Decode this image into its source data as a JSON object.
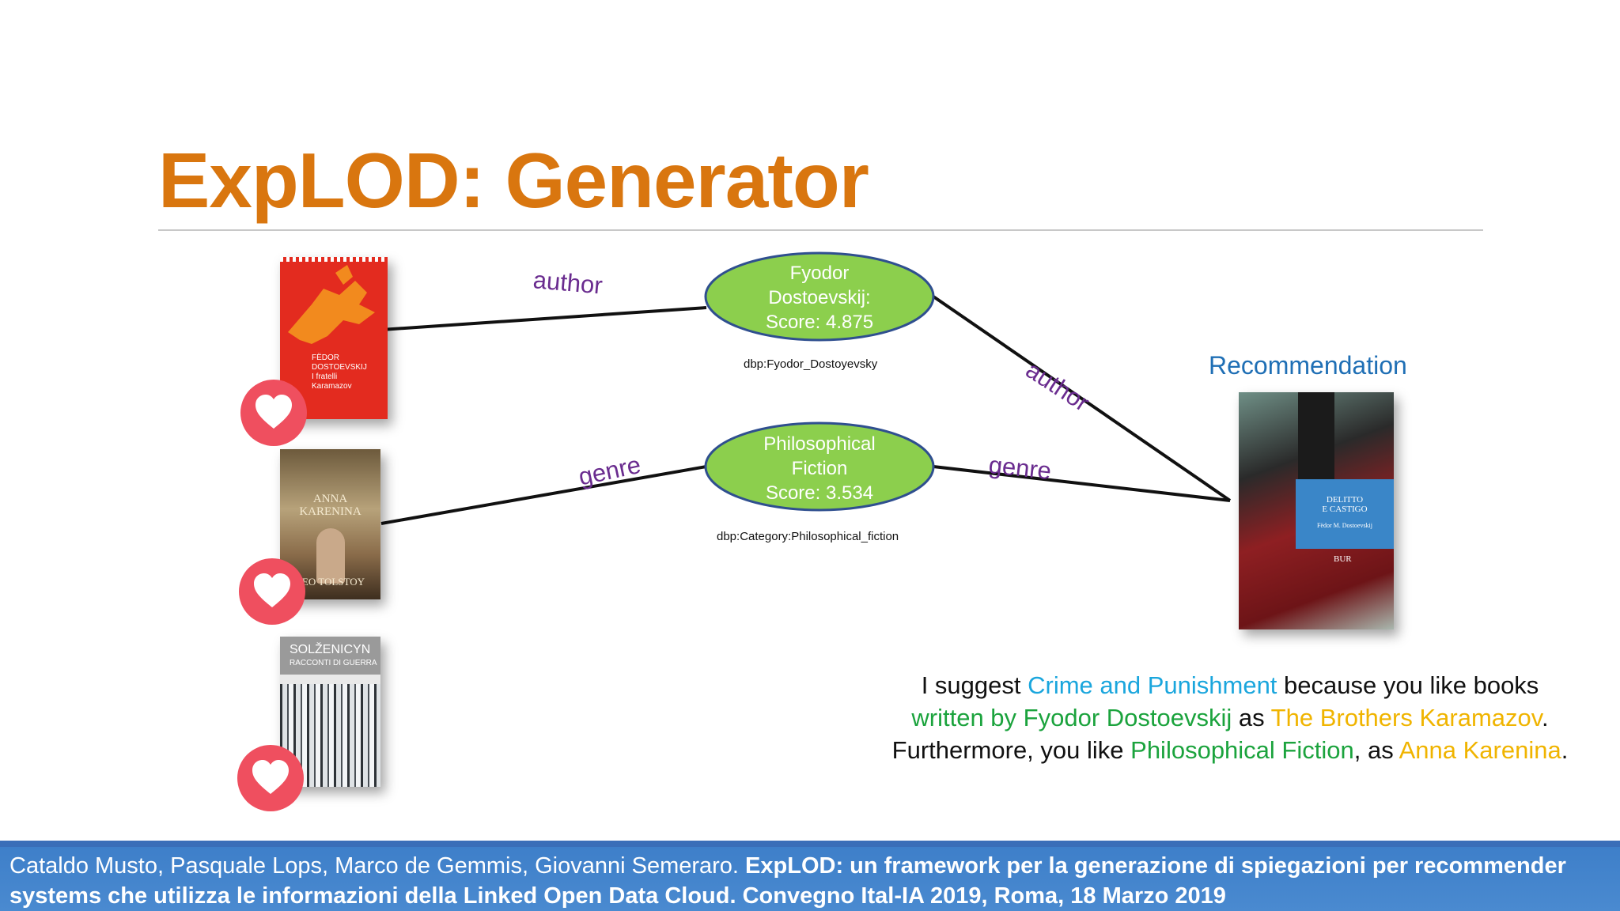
{
  "slide": {
    "title": "ExpLOD: Generator"
  },
  "nodes": {
    "author_node": {
      "line1": "Fyodor",
      "line2": "Dostoevskij:",
      "line3": "Score: 4.875",
      "uri": "dbp:Fyodor_Dostoyevsky"
    },
    "genre_node": {
      "line1": "Philosophical",
      "line2": "Fiction",
      "line3": "Score: 3.534",
      "uri": "dbp:Category:Philosophical_fiction"
    }
  },
  "edges": {
    "left_author": "author",
    "left_genre": "genre",
    "right_author": "author",
    "right_genre": "genre"
  },
  "books": {
    "liked": [
      {
        "cover_text_1": "FËDOR",
        "cover_text_2": "DOSTOEVSKIJ",
        "cover_text_3": "I fratelli",
        "cover_text_4": "Karamazov"
      },
      {
        "cover_text_1": "ANNA",
        "cover_text_2": "KARENINA",
        "cover_text_3": "LEO TOLSTOY"
      },
      {
        "cover_text_1": "SOLŽENICYN",
        "cover_text_2": "RACCONTI DI GUERRA"
      }
    ],
    "recommended": {
      "cover_text_1": "DELITTO",
      "cover_text_2": "E CASTIGO",
      "cover_text_3": "Fëdor M. Dostoevskij",
      "cover_text_4": "BUR"
    }
  },
  "recommendation_label": "Recommendation",
  "explanation": {
    "p1": "I suggest ",
    "crime": "Crime and Punishment",
    "p2": " because you like books",
    "written_by": "written by Fyodor Dostoevskij",
    "p3": " as ",
    "brothers": "The Brothers Karamazov",
    "p4": ".",
    "p5": "Furthermore, you like ",
    "phil": "Philosophical Fiction",
    "p6": ", as ",
    "anna": "Anna Karenina",
    "p7": "."
  },
  "footer": {
    "authors": "Cataldo Musto, Pasquale Lops, Marco de Gemmis, Giovanni Semeraro. ",
    "citation": "ExpLOD: un framework per la generazione di spiegazioni per recommender systems che utilizza le informazioni della Linked Open Data Cloud. Convegno Ital-IA 2019, Roma, 18 Marzo 2019"
  },
  "colors": {
    "title": "#d9760f",
    "node_fill": "#8ccf4d",
    "node_stroke": "#2f4f8f",
    "edge_label": "#6a2c8f",
    "heart": "#ef4f5f",
    "footer": "#4a8ad0"
  },
  "icons": [
    "heart-icon",
    "heart-icon",
    "heart-icon"
  ]
}
